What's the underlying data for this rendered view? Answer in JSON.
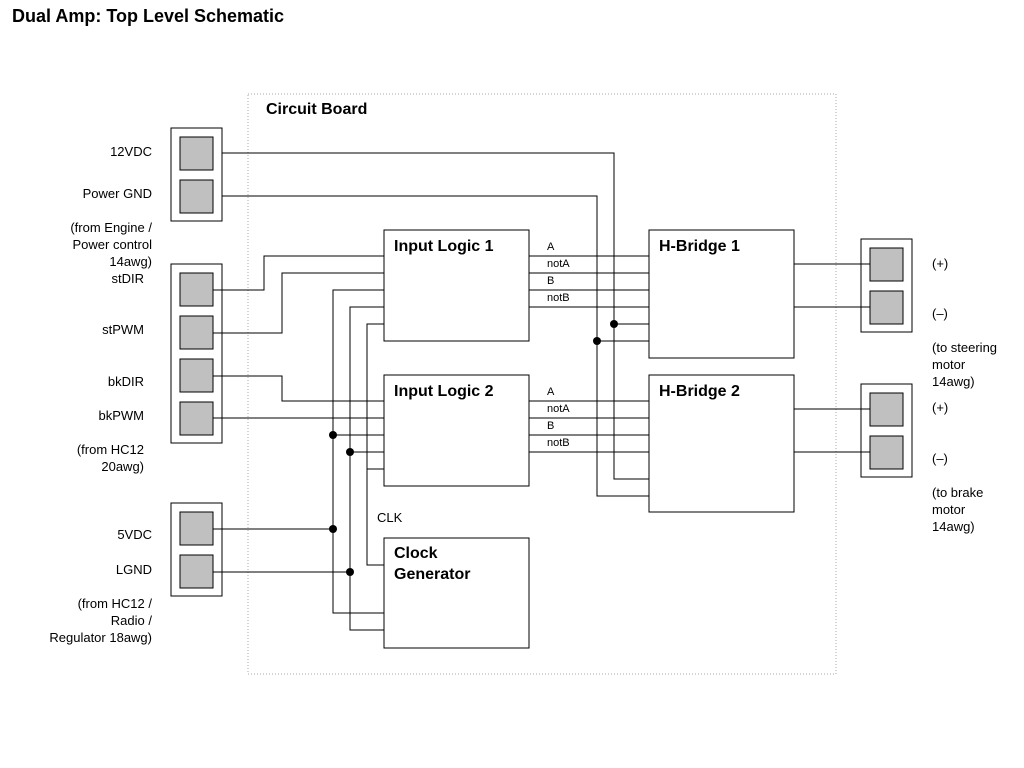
{
  "title": "Dual Amp: Top Level Schematic",
  "board_label": "Circuit Board",
  "blocks": {
    "input_logic_1": "Input Logic 1",
    "input_logic_2": "Input Logic 2",
    "hbridge_1": "H-Bridge 1",
    "hbridge_2": "H-Bridge 2",
    "clock_generator": "Clock\nGenerator"
  },
  "clk_label": "CLK",
  "signals": [
    "A",
    "notA",
    "B",
    "notB"
  ],
  "power_connector": {
    "pins": [
      "12VDC",
      "Power GND"
    ],
    "note": "(from Engine /\nPower control\n14awg)"
  },
  "control_connector": {
    "pins": [
      "stDIR",
      "stPWM",
      "bkDIR",
      "bkPWM"
    ],
    "note": "(from HC12\n20awg)"
  },
  "logic_connector": {
    "pins": [
      "5VDC",
      "LGND"
    ],
    "note": "(from HC12 /\nRadio /\nRegulator 18awg)"
  },
  "steering_connector": {
    "pins": [
      "(+)",
      "(–)"
    ],
    "note": "(to steering\nmotor\n14awg)"
  },
  "brake_connector": {
    "pins": [
      "(+)",
      "(–)"
    ],
    "note": "(to brake\nmotor\n14awg)"
  },
  "colors": {
    "line": "#000000",
    "pin_fill": "#c0c0c0",
    "board_border": "#aaaaaa"
  }
}
